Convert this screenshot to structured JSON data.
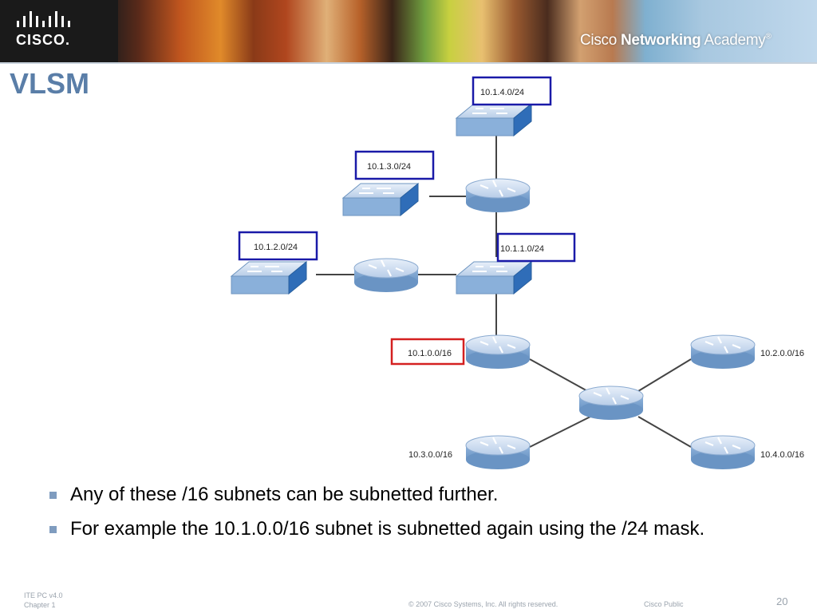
{
  "header": {
    "brand": "CISCO.",
    "academy_prefix": "Cisco ",
    "academy_bold": "Networking",
    "academy_suffix": " Academy",
    "academy_mark": "®"
  },
  "title": "VLSM",
  "diagram": {
    "subnet_labels": [
      {
        "id": "top",
        "text": "10.1.4.0/24",
        "highlight": "#1a1aa8"
      },
      {
        "id": "left-upper",
        "text": "10.1.3.0/24",
        "highlight": "#1a1aa8"
      },
      {
        "id": "left",
        "text": "10.1.2.0/24",
        "highlight": "#1a1aa8"
      },
      {
        "id": "center",
        "text": "10.1.1.0/24",
        "highlight": "#1a1aa8"
      },
      {
        "id": "main",
        "text": "10.1.0.0/16",
        "highlight": "#d42020"
      }
    ],
    "network_labels": [
      "10.2.0.0/16",
      "10.3.0.0/16",
      "10.4.0.0/16"
    ],
    "device_color": "#8ab4e0"
  },
  "bullets": [
    "Any of these /16 subnets can be subnetted further.",
    "For example the 10.1.0.0/16 subnet is subnetted again using the /24 mask."
  ],
  "footer": {
    "course_line1": "ITE PC v4.0",
    "course_line2": "Chapter 1",
    "copyright": "© 2007 Cisco Systems, Inc. All rights reserved.",
    "classification": "Cisco Public",
    "page_number": "20"
  }
}
